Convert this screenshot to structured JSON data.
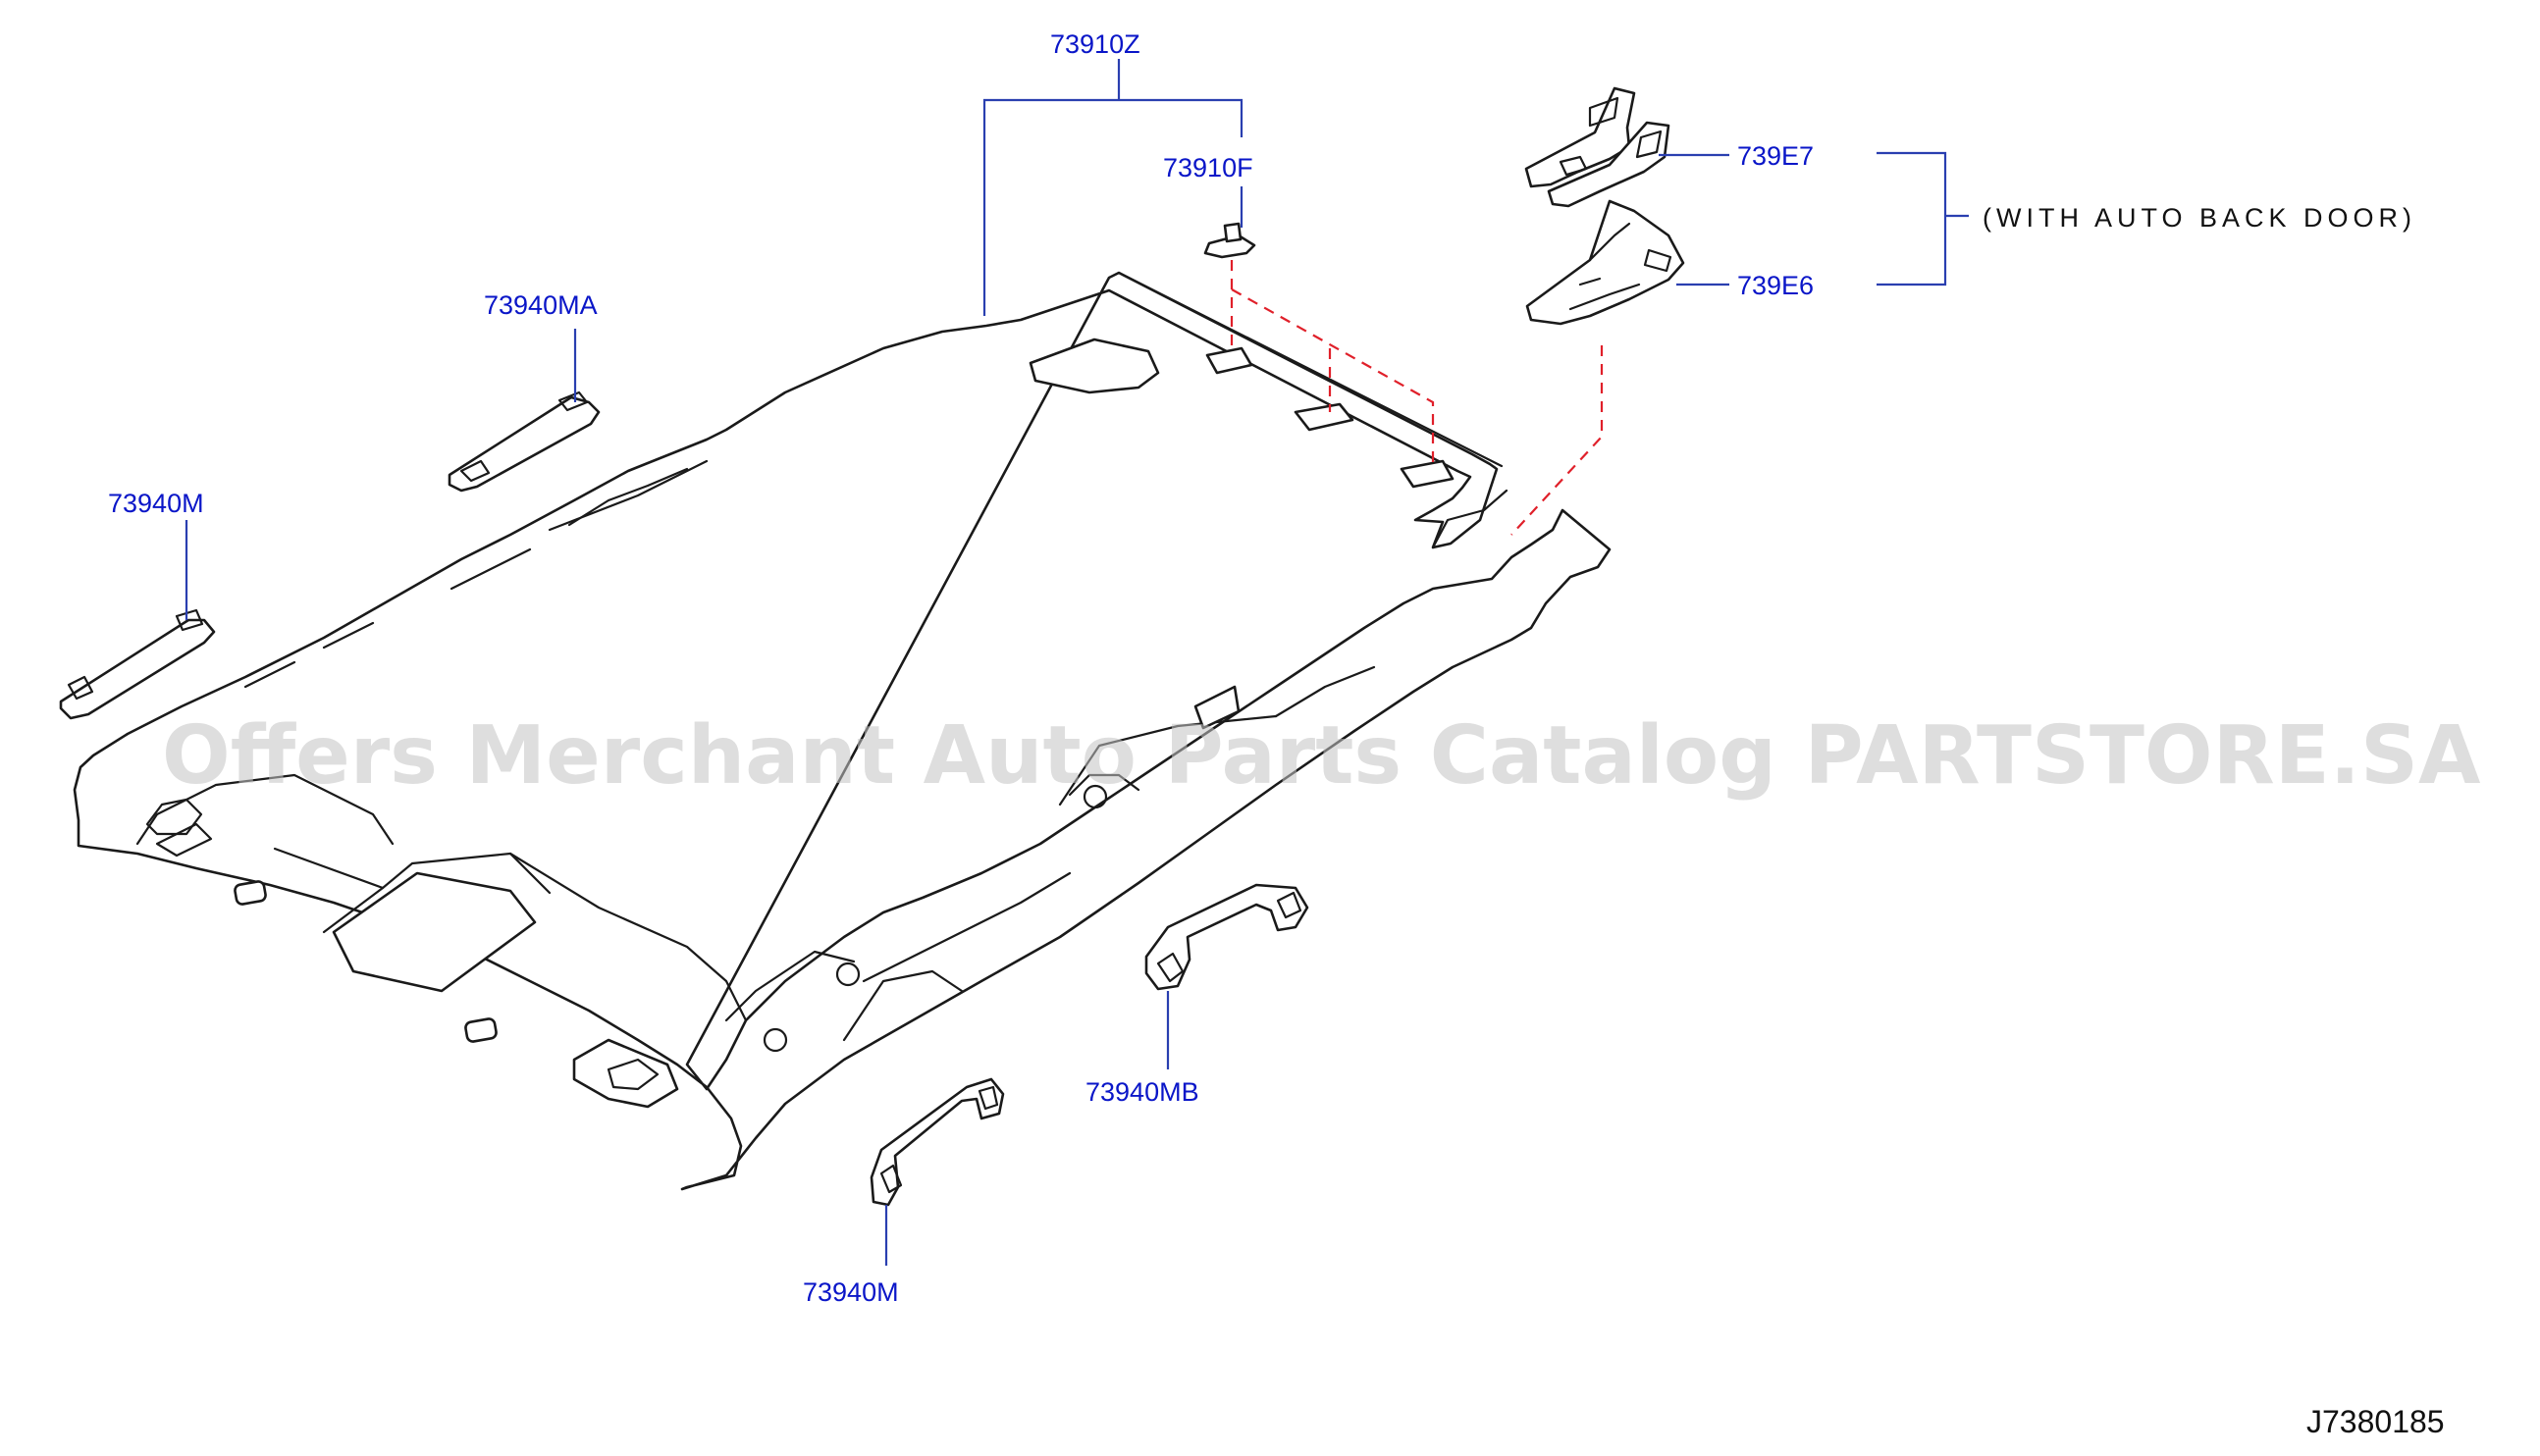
{
  "diagram": {
    "part_numbers": {
      "headlining_assy": "73910Z",
      "clip": "73910F",
      "grip_rear_side": "73940MA",
      "grip_front_left": "73940M",
      "grip_right": "73940MB",
      "grip_lower": "73940M",
      "bracket_upper": "739E7",
      "bracket_lower": "739E6"
    },
    "note": "(WITH  AUTO  BACK  DOOR)",
    "drawing_code": "J7380185",
    "watermark": "Offers Merchant Auto Parts Catalog PARTSTORE.SA",
    "colors": {
      "part_number_text": "#0a16c8",
      "leader_lines": "#2a3fb0",
      "hidden_connection_lines": "#e0202a",
      "part_outline": "#1a1a1a"
    }
  }
}
